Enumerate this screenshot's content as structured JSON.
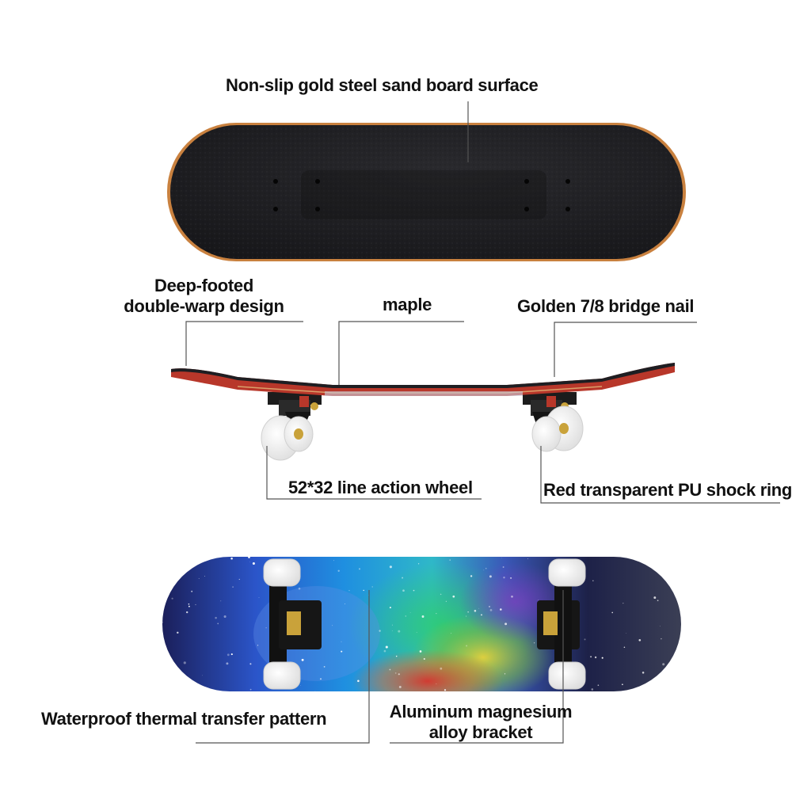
{
  "labels": {
    "grip_surface": "Non-slip gold steel sand board surface",
    "deep_footed_line1": "Deep-footed",
    "deep_footed_line2": "double-warp design",
    "maple": "maple",
    "bridge_nail": "Golden 7/8 bridge nail",
    "wheel": "52*32 line action wheel",
    "shock_ring": "Red transparent PU shock ring",
    "thermal_pattern": "Waterproof thermal transfer pattern",
    "bracket_line1": "Aluminum magnesium",
    "bracket_line2": "alloy bracket"
  },
  "colors": {
    "background": "#ffffff",
    "griptape": "#1e1e22",
    "maple_edge": "#c9813f",
    "deck_red_ply": "#b8372a",
    "leader_line": "#555555",
    "wheel": "#f4f4f4"
  },
  "icons": [
    "skateboard-top-image",
    "skateboard-side-image",
    "skateboard-bottom-image"
  ]
}
